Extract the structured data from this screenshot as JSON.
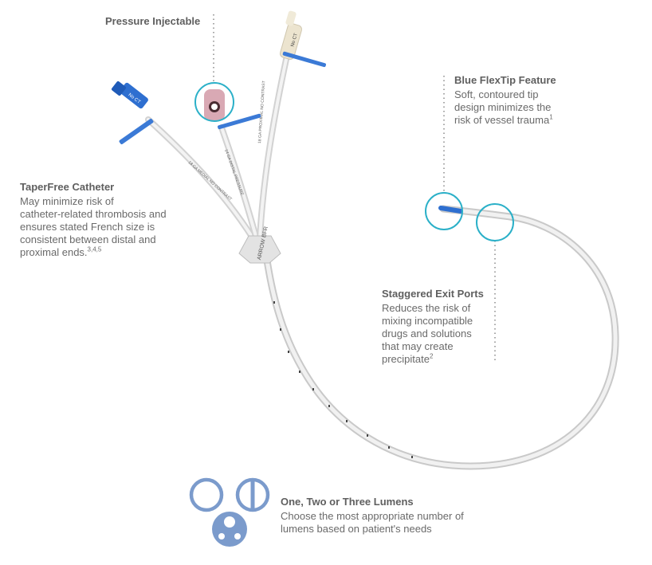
{
  "callouts": {
    "pressure": {
      "title": "Pressure Injectable"
    },
    "flextip": {
      "title": "Blue FlexTip Feature",
      "lines": [
        "Soft, contoured tip",
        "design minimizes the",
        "risk of vessel trauma"
      ],
      "sup": "1"
    },
    "taperfree": {
      "title": "TaperFree Catheter",
      "lines": [
        "May minimize risk of",
        "catheter-related thrombosis and",
        "ensures stated French size is",
        "consistent between distal and",
        "proximal ends."
      ],
      "sup": "3,4,5"
    },
    "staggered": {
      "title": "Staggered Exit Ports",
      "lines": [
        "Reduces the risk of",
        "mixing incompatible",
        "drugs and solutions",
        "that may create",
        "precipitate"
      ],
      "sup": "2"
    },
    "lumens": {
      "title": "One, Two or Three Lumens",
      "lines": [
        "Choose the most appropriate number of",
        "lumens based on patient's needs"
      ]
    }
  },
  "device_labels": {
    "cap_left": "No CT",
    "cap_right": "No CT",
    "hub": "ARROW  BFR"
  },
  "colors": {
    "teal_circle": "#2bb0c8",
    "blue_hub": "#2e6fd0",
    "pink_hub": "#d9a9b4",
    "catheter": "#e8e8e8",
    "lumen_icon": "#7b9bcc"
  }
}
